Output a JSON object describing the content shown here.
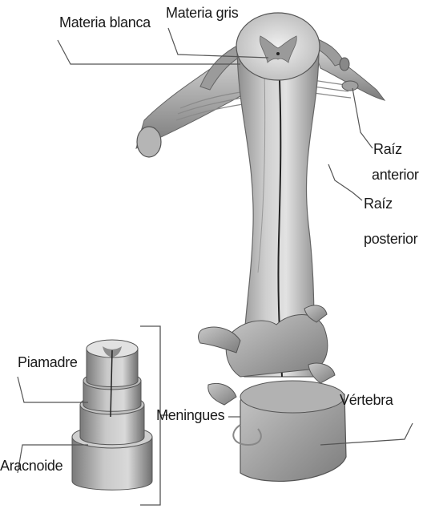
{
  "labels": {
    "materia_blanca": "Materia blanca",
    "materia_gris": "Materia gris",
    "raiz_anterior_1": "Raíz",
    "raiz_anterior_2": "anterior",
    "raiz_posterior_1": "Raíz",
    "raiz_posterior_2": "posterior",
    "piamadre": "Piamadre",
    "meningues": "Meningues",
    "aracnoide": "Aracnoide",
    "vertebra": "Vértebra"
  },
  "colors": {
    "ink": "#1a1a1a",
    "tissue_light": "#d6d6d6",
    "tissue_mid": "#a8a8a8",
    "tissue_dark": "#707070",
    "leader_line": "#555555"
  }
}
